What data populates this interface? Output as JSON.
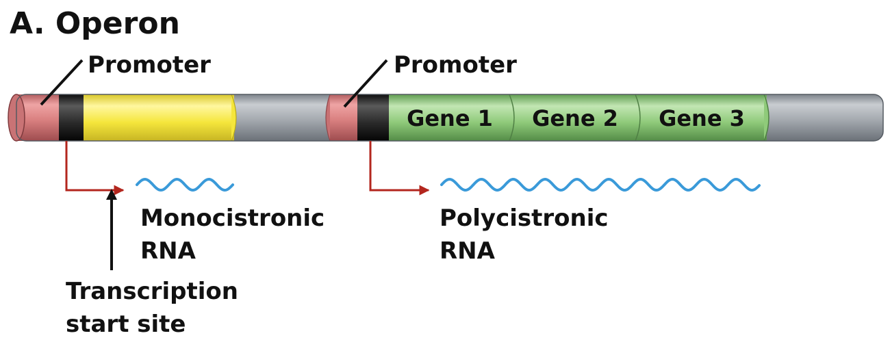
{
  "title": "A. Operon",
  "labels": {
    "promoter_left": "Promoter",
    "promoter_right": "Promoter",
    "mono_line1": "Monocistronic",
    "mono_line2": "RNA",
    "poly_line1": "Polycistronic",
    "poly_line2": "RNA",
    "tss_line1": "Transcription",
    "tss_line2": "start site"
  },
  "genes": [
    {
      "label": "Gene 1"
    },
    {
      "label": "Gene 2"
    },
    {
      "label": "Gene 3"
    }
  ],
  "colors": {
    "promoter": "#d98080",
    "start": "#2a2a2a",
    "monocistronic_gene": "#f5e63c",
    "gene": "#8fca7a",
    "backbone": "#a8adb3",
    "arrow": "#b3261e",
    "rna": "#3a9ad9",
    "line": "#111111"
  }
}
